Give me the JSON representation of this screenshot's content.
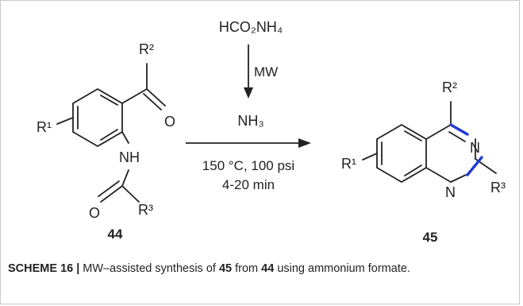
{
  "reagents": {
    "top_reagent": "HCO₂NH₄",
    "mw_label": "MW",
    "generated": "NH₃",
    "conditions_line1": "150 °C, 100 psi",
    "conditions_line2": "4-20 min"
  },
  "reactant": {
    "number": "44",
    "r1": "R¹",
    "r2": "R²",
    "r3": "R³",
    "nh": "NH",
    "o_ketone": "O",
    "o_amide": "O"
  },
  "product": {
    "number": "45",
    "r1": "R¹",
    "r2": "R²",
    "r3": "R³",
    "n3": "N",
    "n1": "N"
  },
  "caption": {
    "label": "SCHEME 16 |",
    "text_a": " MW–assisted synthesis of ",
    "bold_a": "45",
    "text_b": " from ",
    "bold_b": "44",
    "text_c": " using ammonium formate."
  },
  "colors": {
    "bond": "#222222",
    "highlight": "#1f3bd6"
  }
}
